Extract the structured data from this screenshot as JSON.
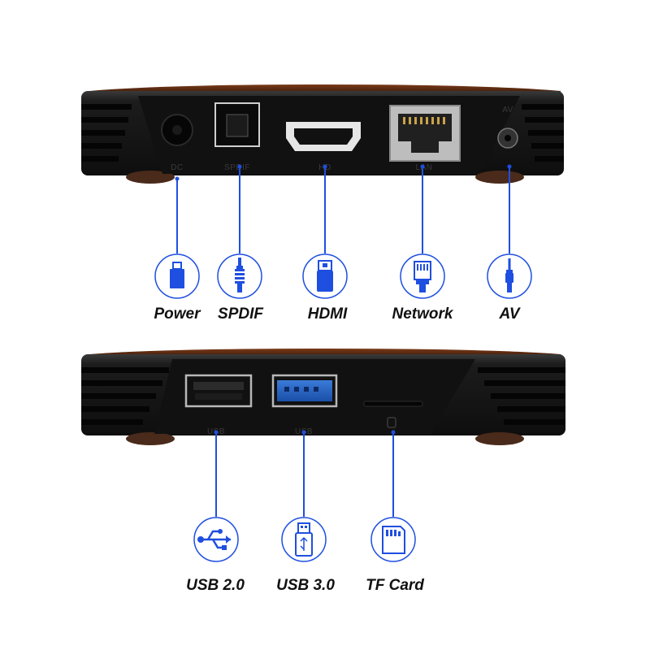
{
  "colors": {
    "accent_blue": "#1f4fe0",
    "device_body": "#1a1a1a",
    "device_rim": "#5a2a12",
    "background": "#ffffff"
  },
  "rear_panel": {
    "port_markings": [
      "DC",
      "SPDIF",
      "HD",
      "LAN",
      "AV"
    ],
    "connectors": [
      {
        "name": "Power",
        "icon": "dc-power-plug-icon"
      },
      {
        "name": "SPDIF",
        "icon": "optical-plug-icon"
      },
      {
        "name": "HDMI",
        "icon": "hdmi-plug-icon"
      },
      {
        "name": "Network",
        "icon": "rj45-plug-icon"
      },
      {
        "name": "AV",
        "icon": "av-jack-plug-icon"
      }
    ]
  },
  "side_panel": {
    "port_markings": [
      "USB",
      "USB"
    ],
    "connectors": [
      {
        "name": "USB 2.0",
        "icon": "usb-symbol-icon"
      },
      {
        "name": "USB 3.0",
        "icon": "usb-stick-icon"
      },
      {
        "name": "TF Card",
        "icon": "sd-card-icon"
      }
    ]
  }
}
